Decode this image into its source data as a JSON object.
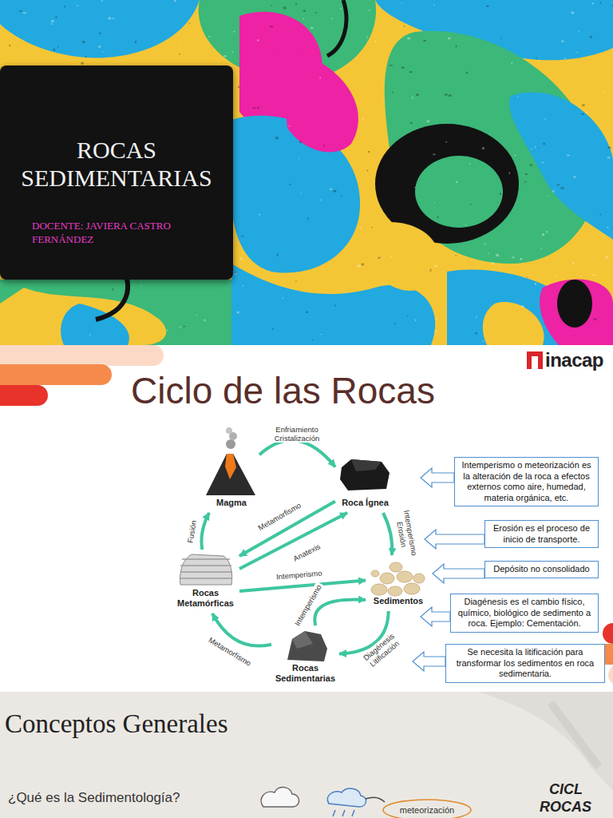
{
  "diagram": {
    "title": "Ciclo de las Rocas",
    "nodes": [
      {
        "text": [
          "ROCAS SEDIMENTARIAS",
          "DOCENTE: JAVIERA CASTRO FERNÁNDEZ"
        ]
      },
      {
        "text": [
          "Magma"
        ]
      },
      {
        "text": [
          "Roca Ígnea"
        ]
      },
      {
        "text": [
          "Intemperismo o meteorización es la alteración de la roca a efectos externos como aire, humedad, materia orgánica, etc."
        ]
      },
      {
        "text": [
          "Erosión es el proceso de inicio de transporte."
        ]
      },
      {
        "text": [
          "Rocas Metamórficas"
        ]
      },
      {
        "text": [
          "Sedimentos"
        ]
      },
      {
        "text": [
          "Depósito no consolidado"
        ]
      },
      {
        "text": [
          "Diagénesis es el cambio físico, químico, biológico de sedimento a roca. Ejemplo: Cementación."
        ]
      },
      {
        "text": [
          "Rocas Sedimentarias"
        ]
      },
      {
        "text": [
          "Se necesita la litificación para transformar los sedimentos en roca sedimentaria."
        ]
      }
    ],
    "edges": [
      {
        "from": 1,
        "to": 2,
        "label": "Enfriamiento Cristalización",
        "arrow": "to"
      },
      {
        "from": 2,
        "to": 6,
        "label": "Intemperismo Erosión",
        "arrow": "to"
      },
      {
        "from": 6,
        "to": 9,
        "label": "Diagénesis Litificación",
        "arrow": "to"
      },
      {
        "from": 9,
        "to": 5,
        "label": "Metamorfismo",
        "arrow": "to"
      },
      {
        "from": 5,
        "to": 1,
        "label": "Fusión",
        "arrow": "to"
      },
      {
        "from": 2,
        "to": 5,
        "label": "Metamorfismo",
        "arrow": "to"
      },
      {
        "from": 5,
        "to": 2,
        "label": "Anatexis",
        "arrow": "to"
      },
      {
        "from": 5,
        "to": 6,
        "label": "Intemperismo",
        "arrow": "to"
      },
      {
        "from": 9,
        "to": 6,
        "label": "Intemperismo",
        "arrow": "to"
      }
    ],
    "labels": [
      "inacap",
      "Conceptos Generales",
      "¿Qué es la Sedimentología?",
      "meteorización",
      "CICL",
      "ROCAS"
    ]
  }
}
